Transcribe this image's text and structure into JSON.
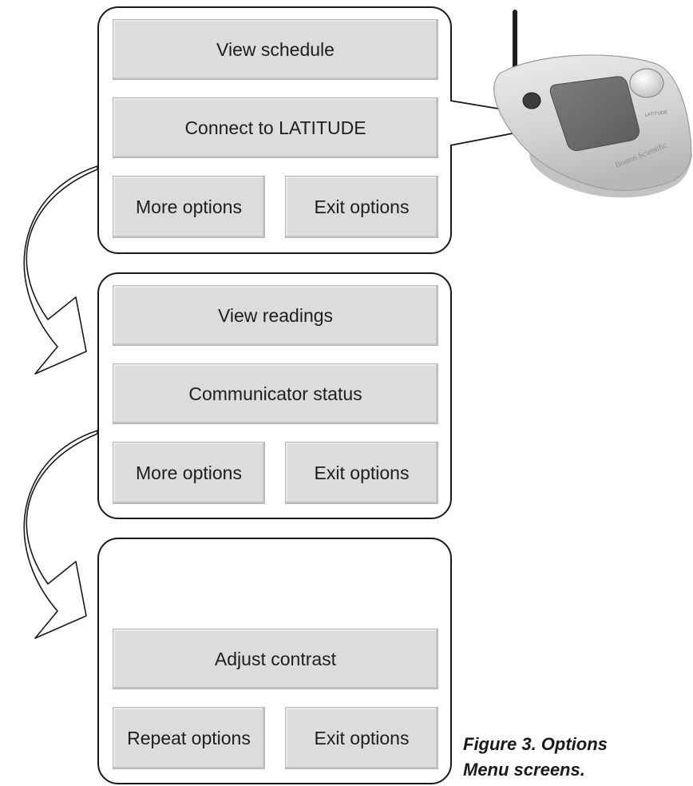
{
  "screens": [
    {
      "buttons": {
        "top": "View schedule",
        "middle": "Connect to LATITUDE",
        "left": "More options",
        "right": "Exit options"
      }
    },
    {
      "buttons": {
        "top": "View readings",
        "middle": "Communicator status",
        "left": "More options",
        "right": "Exit options"
      }
    },
    {
      "buttons": {
        "middle": "Adjust contrast",
        "left": "Repeat options",
        "right": "Exit options"
      }
    }
  ],
  "device": {
    "brand_logo_text": "Boston Scientific",
    "screen_label_text": "LATITUDE"
  },
  "caption": {
    "line1": "Figure 3. Options",
    "line2": "Menu screens."
  },
  "colors": {
    "button_fill": "#dcdcdc",
    "outline": "#1a1a1a",
    "device_body": "#d6d6d6",
    "device_screen": "#6e6e6e"
  }
}
